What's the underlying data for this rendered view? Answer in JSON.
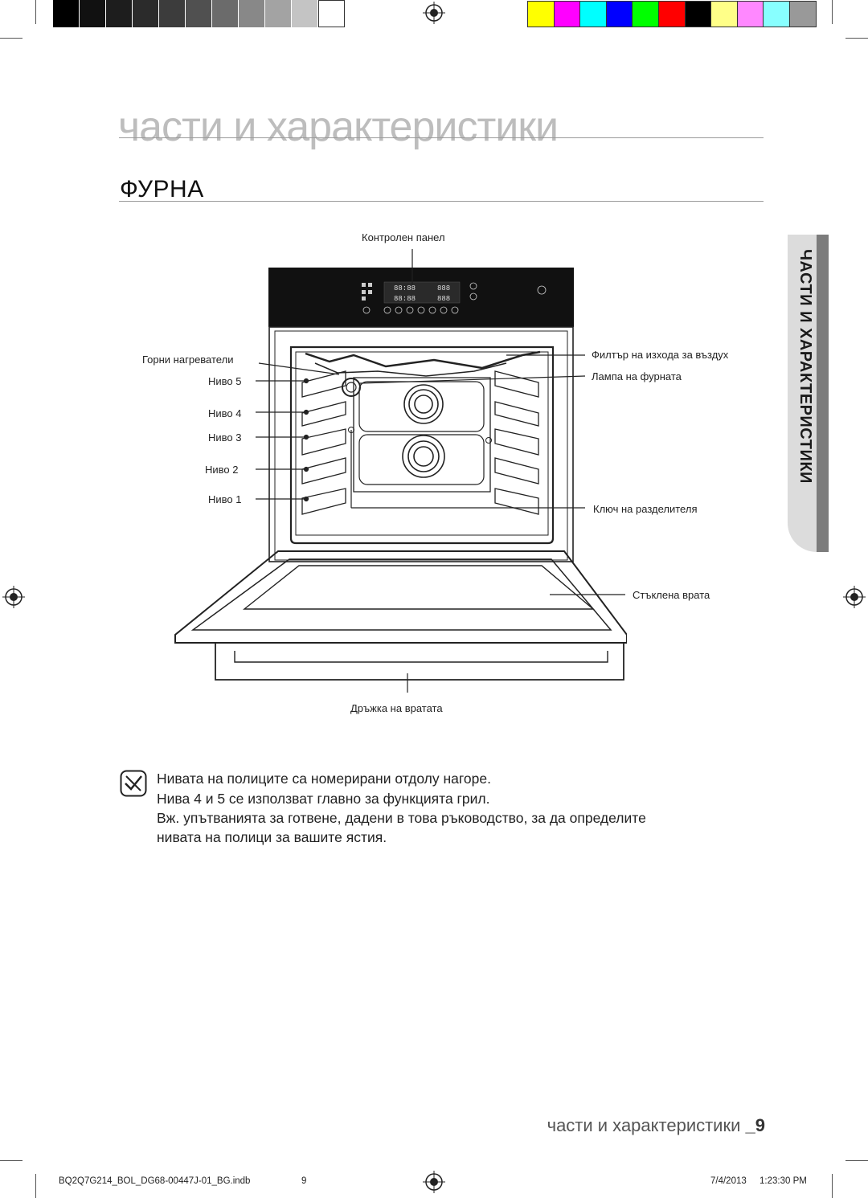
{
  "colors": {
    "gray_steps": [
      "#000000",
      "#111111",
      "#1d1d1d",
      "#2b2b2b",
      "#3c3c3c",
      "#505050",
      "#6b6b6b",
      "#888888",
      "#a3a3a3",
      "#c4c4c4",
      "#ffffff"
    ],
    "color_steps": [
      "#ffff00",
      "#ff00ff",
      "#00ffff",
      "#0000ff",
      "#00ff00",
      "#ff0000",
      "#000000",
      "#ffff88",
      "#ff88ff",
      "#88ffff",
      "#999999"
    ],
    "title": "#bdbdbd",
    "side_tab": "#dcdcdc",
    "side_bar": "#7c7c7c"
  },
  "page": {
    "title": "части и характеристики",
    "section_heading": "ФУРНА",
    "side_tab_label": "ЧАСТИ И ХАРАКТЕРИСТИКИ"
  },
  "diagram": {
    "labels": {
      "control_panel": "Контролен панел",
      "upper_heaters": "Горни нагреватели",
      "level5": "Ниво 5",
      "level4": "Ниво 4",
      "level3": "Ниво 3",
      "level2": "Ниво 2",
      "level1": "Ниво 1",
      "air_filter": "Филтър на изхода за въздух",
      "oven_lamp": "Лампа на фурната",
      "divider_key": "Ключ на разделителя",
      "glass_door": "Стъклена врата",
      "door_handle": "Дръжка на вратата"
    },
    "display_digits": [
      "88:88",
      "888",
      "88:88",
      "888"
    ]
  },
  "notes": {
    "icon": "note-icon",
    "lines": [
      "Нивата на полиците са номерирани отдолу нагоре.",
      "Нива 4 и 5 се използват главно за функцията грил.",
      "Вж. упътванията за готвене, дадени в това ръководство, за да определите",
      "нивата на полици за вашите ястия."
    ]
  },
  "footer": {
    "section_title": "части и характеристики",
    "page_number": "_9",
    "file_name": "BQ2Q7G214_BOL_DG68-00447J-01_BG.indb",
    "file_page": "9",
    "date": "7/4/2013",
    "time": "1:23:30 PM"
  }
}
